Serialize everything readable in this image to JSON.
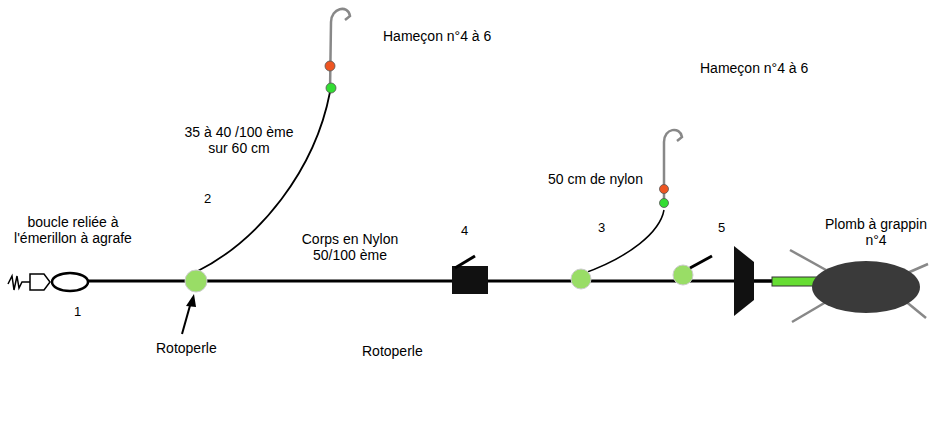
{
  "diagram": {
    "labels": [
      "Hameçon n°4 à 6",
      "Hameçon n°4 à 6",
      "35 à 40 /100 ème sur 60 cm",
      "50 cm de nylon",
      "2",
      "boucle reliée à l'émerillon à agrafe",
      "Corps en Nylon 50/100 ème",
      "4",
      "3",
      "5",
      "Plomb à grappin n°4",
      "1",
      "Rotoperle",
      "Rotoperle"
    ]
  }
}
